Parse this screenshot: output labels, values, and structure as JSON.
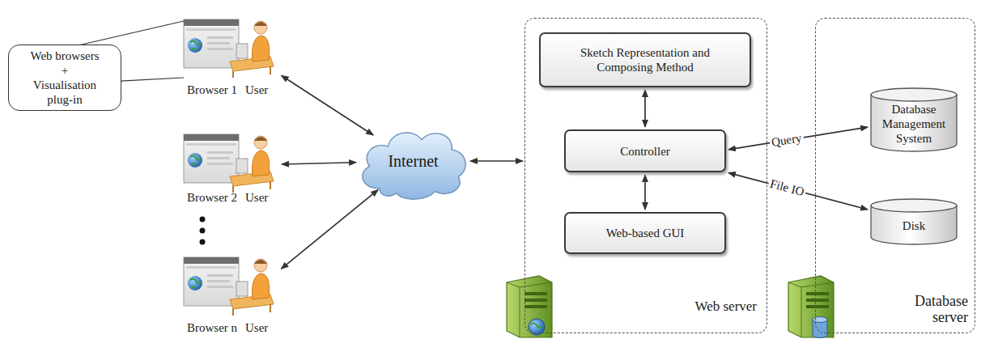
{
  "diagram": {
    "nodes": [
      {
        "text": [
          "Web browsers + Visualisation plug-in"
        ]
      },
      {
        "text": [
          "Browser 1",
          "User"
        ]
      },
      {
        "text": [
          "Browser 2",
          "User"
        ]
      },
      {
        "text": [
          "Browser n",
          "User"
        ]
      },
      {
        "text": [
          "Internet"
        ]
      },
      {
        "text": [
          "Web server"
        ]
      },
      {
        "text": [
          "Sketch Representation and Composing Method"
        ],
        "in": 5
      },
      {
        "text": [
          "Controller"
        ],
        "in": 5
      },
      {
        "text": [
          "Web-based GUI"
        ],
        "in": 5
      },
      {
        "text": [
          "Database server"
        ]
      },
      {
        "text": [
          "Database Management System"
        ],
        "in": 9
      },
      {
        "text": [
          "Disk"
        ],
        "in": 9
      }
    ],
    "edges": [
      {
        "from": 0,
        "to": 1,
        "arrow": "none"
      },
      {
        "from": 1,
        "to": 4,
        "arrow": "both"
      },
      {
        "from": 2,
        "to": 4,
        "arrow": "both"
      },
      {
        "from": 3,
        "to": 4,
        "arrow": "both"
      },
      {
        "from": 4,
        "to": 5,
        "arrow": "both"
      },
      {
        "from": 6,
        "to": 7,
        "arrow": "both"
      },
      {
        "from": 7,
        "to": 8,
        "arrow": "both"
      },
      {
        "from": 7,
        "to": 10,
        "arrow": "both",
        "label": "Query"
      },
      {
        "from": 7,
        "to": 11,
        "arrow": "both",
        "label": "File IO"
      }
    ]
  }
}
